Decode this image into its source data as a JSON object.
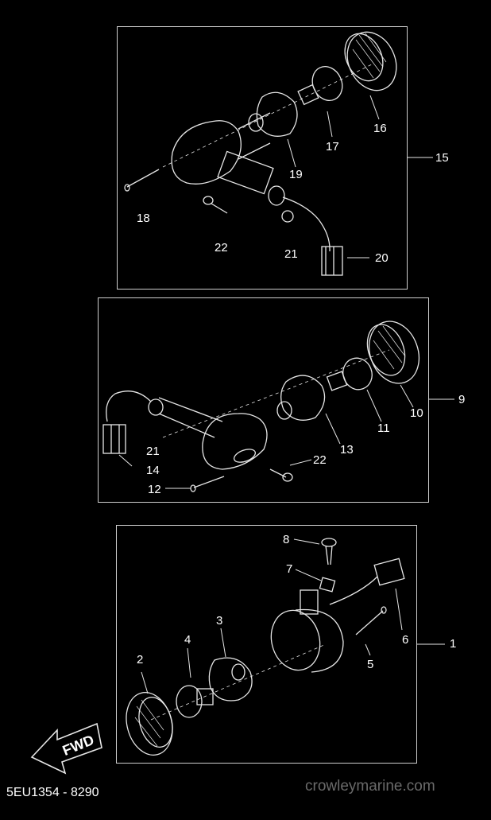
{
  "figure": {
    "part_code": "5EU1354 - 8290",
    "watermark": "crowleymarine.com",
    "fwd_label": "FWD"
  },
  "callouts": {
    "c1": "1",
    "c2": "2",
    "c3": "3",
    "c4": "4",
    "c5": "5",
    "c6": "6",
    "c7": "7",
    "c8": "8",
    "c9": "9",
    "c10": "10",
    "c11": "11",
    "c12": "12",
    "c13": "13",
    "c14": "14",
    "c15": "15",
    "c16": "16",
    "c17": "17",
    "c18": "18",
    "c19": "19",
    "c20": "20",
    "c21a": "21",
    "c21b": "21",
    "c22a": "22",
    "c22b": "22"
  },
  "colors": {
    "background": "#000000",
    "line": "#e6e6e6",
    "frame": "#cfcfcf",
    "watermark": "#6a6a6a"
  }
}
